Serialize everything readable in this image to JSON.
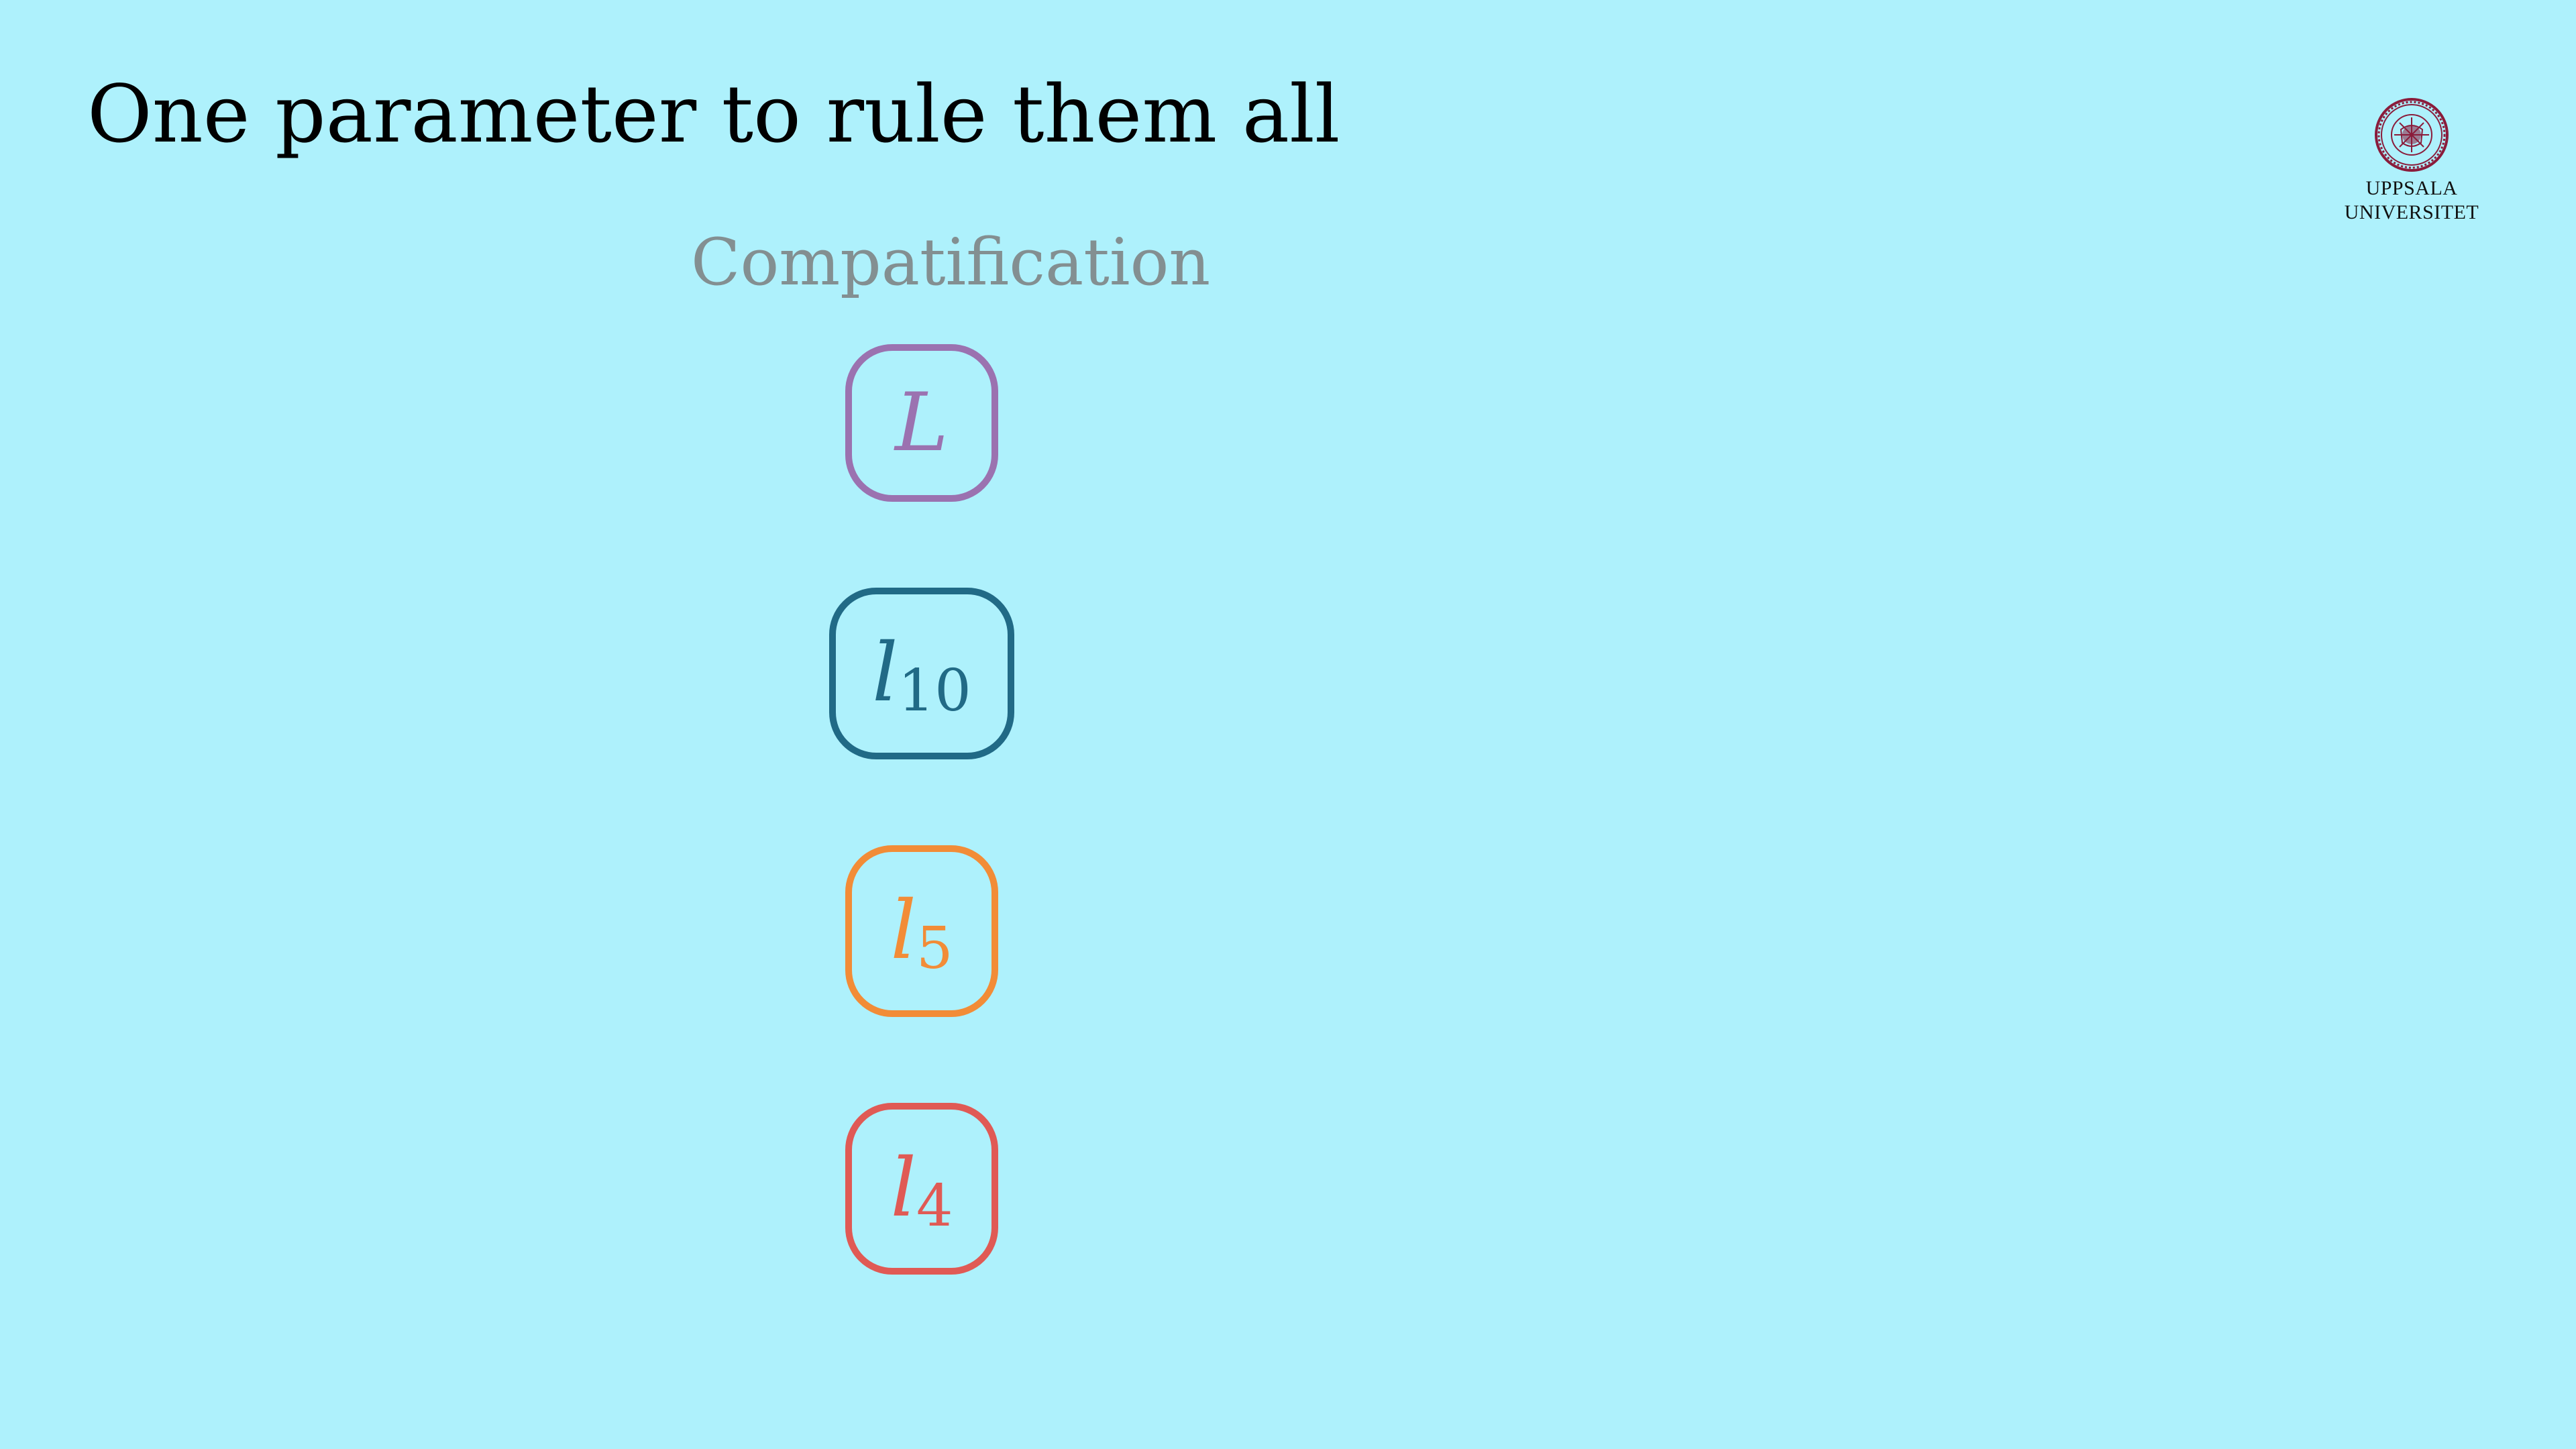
{
  "slide": {
    "title": "One parameter to rule them all",
    "section_label": "Compatification"
  },
  "logo": {
    "line1": "UPPSALA",
    "line2": "UNIVERSITET",
    "color": "#8a1c3b"
  },
  "parameters": [
    {
      "main": "L",
      "sub": "",
      "color": "#9b72b0"
    },
    {
      "main": "l",
      "sub": "10",
      "color": "#216a86"
    },
    {
      "main": "l",
      "sub": "5",
      "color": "#f28c37"
    },
    {
      "main": "l",
      "sub": "4",
      "color": "#e05a55"
    }
  ],
  "colors": {
    "background": "#aef1fc",
    "title": "#000000",
    "section_label": "#838f91"
  }
}
